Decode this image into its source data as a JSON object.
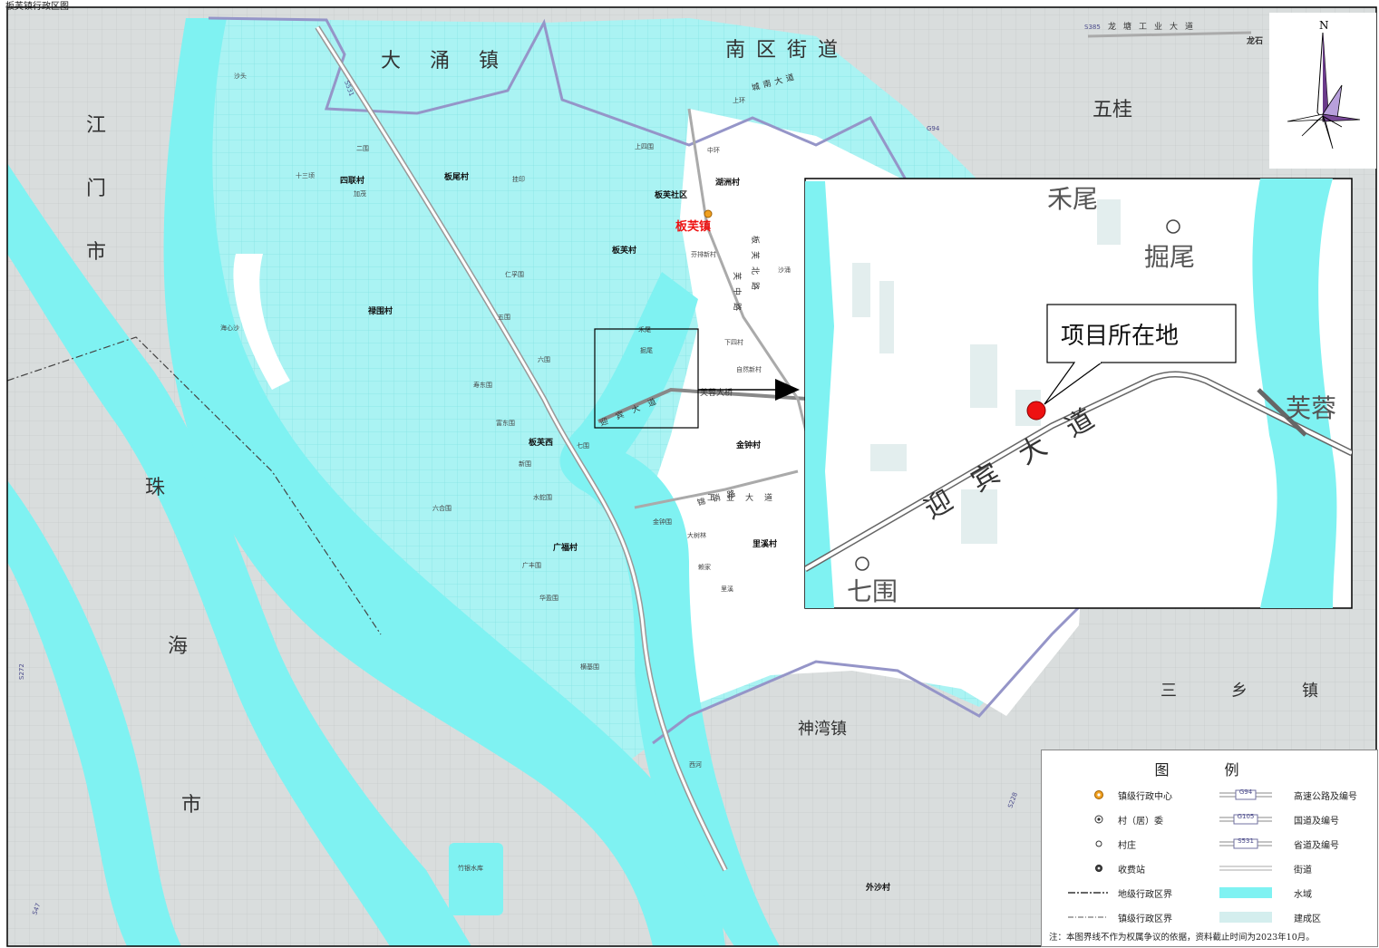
{
  "header": {
    "caption": "板芙镇行政区图"
  },
  "colors": {
    "water": "#7ff2f2",
    "land": "#e0f2f2",
    "built": "#d4eeee",
    "outside": "#d8dcdc",
    "marker": "#ee1111"
  },
  "map": {
    "regions": [
      {
        "id": "jiangmen",
        "text": "江门市",
        "chars": [
          "江",
          "门",
          "市"
        ]
      },
      {
        "id": "zhuhai",
        "text": "珠海市",
        "chars": [
          "珠",
          "海",
          "市"
        ]
      },
      {
        "id": "dayong",
        "text": "大涌镇"
      },
      {
        "id": "nanqu",
        "text": "南区街道"
      },
      {
        "id": "wugui",
        "text": "五桂"
      },
      {
        "id": "sanxiang",
        "text": "三乡镇"
      },
      {
        "id": "shenwan",
        "text": "神湾镇"
      }
    ],
    "town_center": "板芙镇",
    "villages": [
      "四联村",
      "板尾村",
      "板芙社区",
      "湖洲村",
      "板芙村",
      "禄围村",
      "金钟村",
      "广福村",
      "里溪村",
      "外沙村",
      "板芙西"
    ],
    "places": [
      "沙头",
      "十三顷",
      "二围",
      "加茂",
      "挂印",
      "上四围",
      "中环",
      "上环",
      "芬排新村",
      "沙涌",
      "仁孚围",
      "五围",
      "六围",
      "寿东围",
      "富东围",
      "七围",
      "新围",
      "六合围",
      "水蛇围",
      "广丰围",
      "华盈围",
      "横基围",
      "西河",
      "掘尾",
      "禾尾",
      "下四村",
      "自然新村",
      "金钟围",
      "大树林",
      "赖家",
      "里溪",
      "海心沙",
      "竹银水库"
    ],
    "roads": [
      "迎宾大道",
      "芙蓉大桥",
      "锦销路",
      "芙中路",
      "板芙北路",
      "工业大道",
      "城南大道",
      "龙塘工业大道",
      "龙石"
    ],
    "road_codes": [
      "S531",
      "G94",
      "S385",
      "S272",
      "S47",
      "S228"
    ]
  },
  "compass": {
    "north": "N"
  },
  "inset": {
    "labels": [
      "禾尾",
      "掘尾",
      "芙蓉",
      "七围"
    ],
    "road": "迎宾大道",
    "callout": "项目所在地"
  },
  "legend": {
    "title": "图 例",
    "items": [
      {
        "label": "镇级行政中心",
        "sym": "center"
      },
      {
        "label": "村（居）委",
        "sym": "village"
      },
      {
        "label": "村庄",
        "sym": "hamlet"
      },
      {
        "label": "收费站",
        "sym": "toll"
      },
      {
        "label": "地级行政区界",
        "sym": "bound1"
      },
      {
        "label": "镇级行政区界",
        "sym": "bound2"
      },
      {
        "label": "高速公路及编号",
        "sym": "hw",
        "code": "G94"
      },
      {
        "label": "国道及编号",
        "sym": "nat",
        "code": "G105"
      },
      {
        "label": "省道及编号",
        "sym": "prov",
        "code": "S531"
      },
      {
        "label": "街道",
        "sym": "street"
      },
      {
        "label": "水域",
        "sym": "water"
      },
      {
        "label": "建成区",
        "sym": "built"
      }
    ],
    "note": "注：本图界线不作为权属争议的依据，资料截止时间为2023年10月。"
  }
}
